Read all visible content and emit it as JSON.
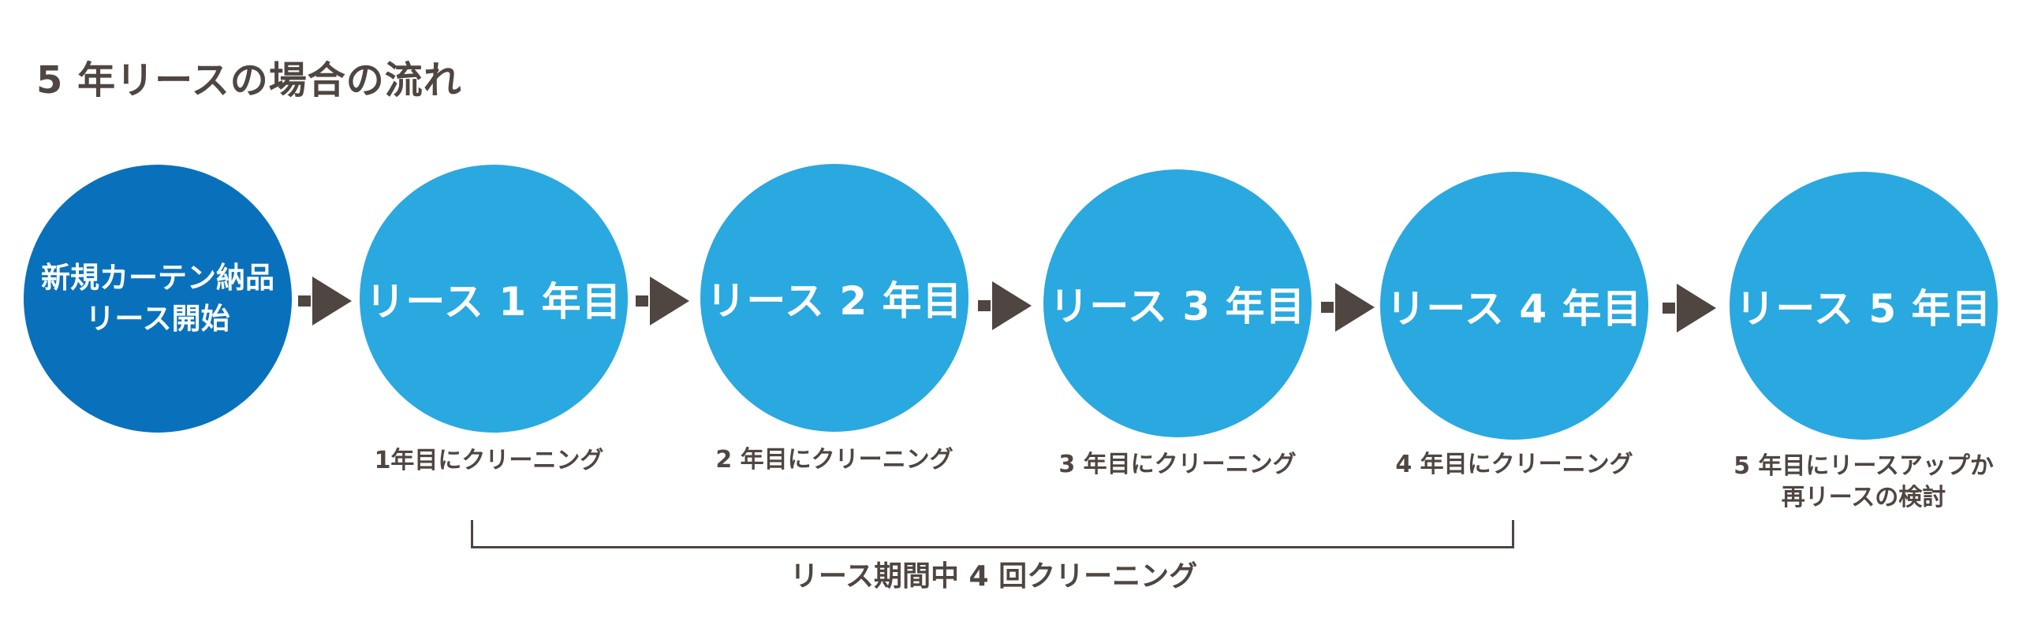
{
  "title": "5 年リースの場合の流れ",
  "steps": [
    {
      "label": "新規カーテン納品\nリース開始",
      "caption": ""
    },
    {
      "label": "リース 1 年目",
      "caption": "1年目にクリーニング"
    },
    {
      "label": "リース 2 年目",
      "caption": "2 年目にクリーニング"
    },
    {
      "label": "リース 3 年目",
      "caption": "3 年目にクリーニング"
    },
    {
      "label": "リース 4 年目",
      "caption": "4 年目にクリーニング"
    },
    {
      "label": "リース 5 年目",
      "caption": "5 年目にリースアップか\n再リースの検討"
    }
  ],
  "bracket_label": "リース期間中 4 回クリーニング",
  "colors": {
    "start_circle": "#0971bc",
    "year_circle": "#2aa8e0",
    "text": "#4f4541",
    "arrow": "#4f4541"
  }
}
